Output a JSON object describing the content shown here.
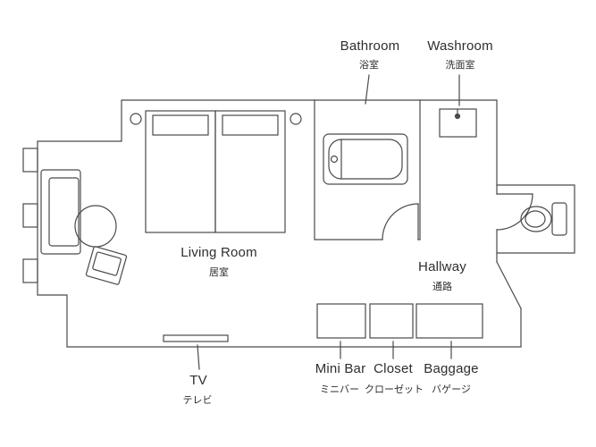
{
  "colors": {
    "background": "#ffffff",
    "line": "#4a4a4a",
    "text": "#2e2e2e"
  },
  "labels": {
    "bathroom": {
      "en": "Bathroom",
      "ja": "浴室"
    },
    "washroom": {
      "en": "Washroom",
      "ja": "洗面室"
    },
    "living_room": {
      "en": "Living Room",
      "ja": "居室"
    },
    "hallway": {
      "en": "Hallway",
      "ja": "通路"
    },
    "tv": {
      "en": "TV",
      "ja": "テレビ"
    },
    "mini_bar": {
      "en": "Mini Bar",
      "ja": "ミニバー"
    },
    "closet": {
      "en": "Closet",
      "ja": "クローゼット"
    },
    "baggage": {
      "en": "Baggage",
      "ja": "バゲージ"
    }
  }
}
